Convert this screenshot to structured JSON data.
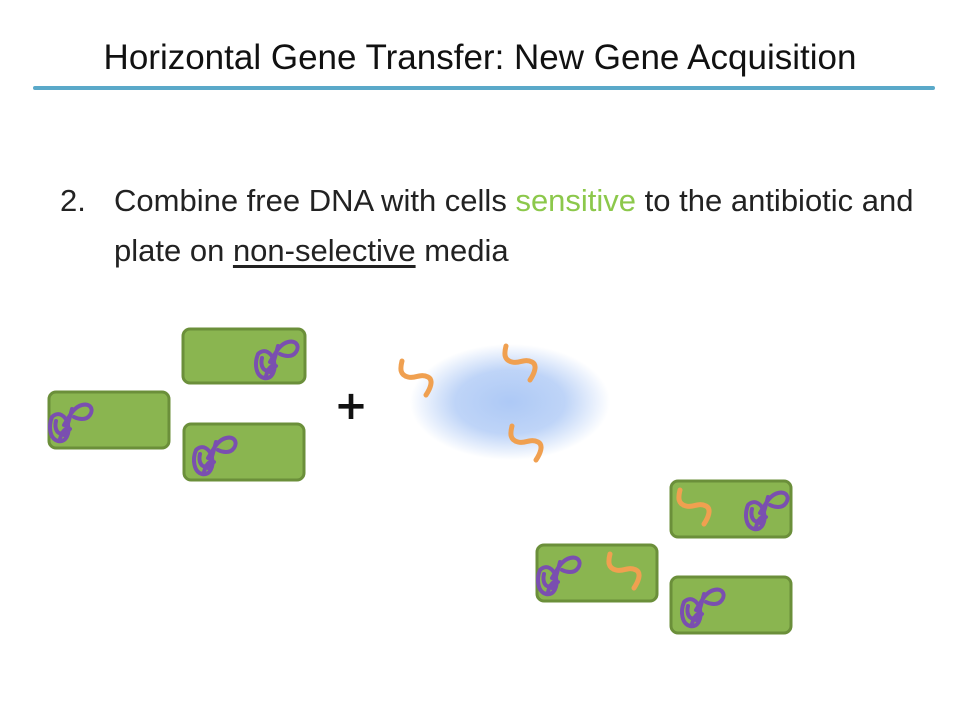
{
  "slide": {
    "title": "Horizontal Gene Transfer: New Gene Acquisition",
    "bullet": {
      "number": "2.",
      "text_before": "Combine free DNA with cells ",
      "highlight": "sensitive",
      "text_middle": " to the antibiotic and plate on ",
      "underlined": "non-selective",
      "text_after": " media"
    },
    "operator": "+"
  },
  "colors": {
    "title_rule": "#5aa9c9",
    "highlight_text": "#8cc84b",
    "cell_fill": "#8ab550",
    "cell_stroke": "#6b8f3a",
    "plasmid": "#7a4fb0",
    "free_dna": "#f0a050",
    "dna_cloud": "#a9c6f5"
  },
  "icons": {
    "cell": "bacterial-cell-icon",
    "plasmid": "plasmid-icon",
    "dna_fragment": "dna-fragment-icon",
    "cloud": "free-dna-cloud"
  }
}
